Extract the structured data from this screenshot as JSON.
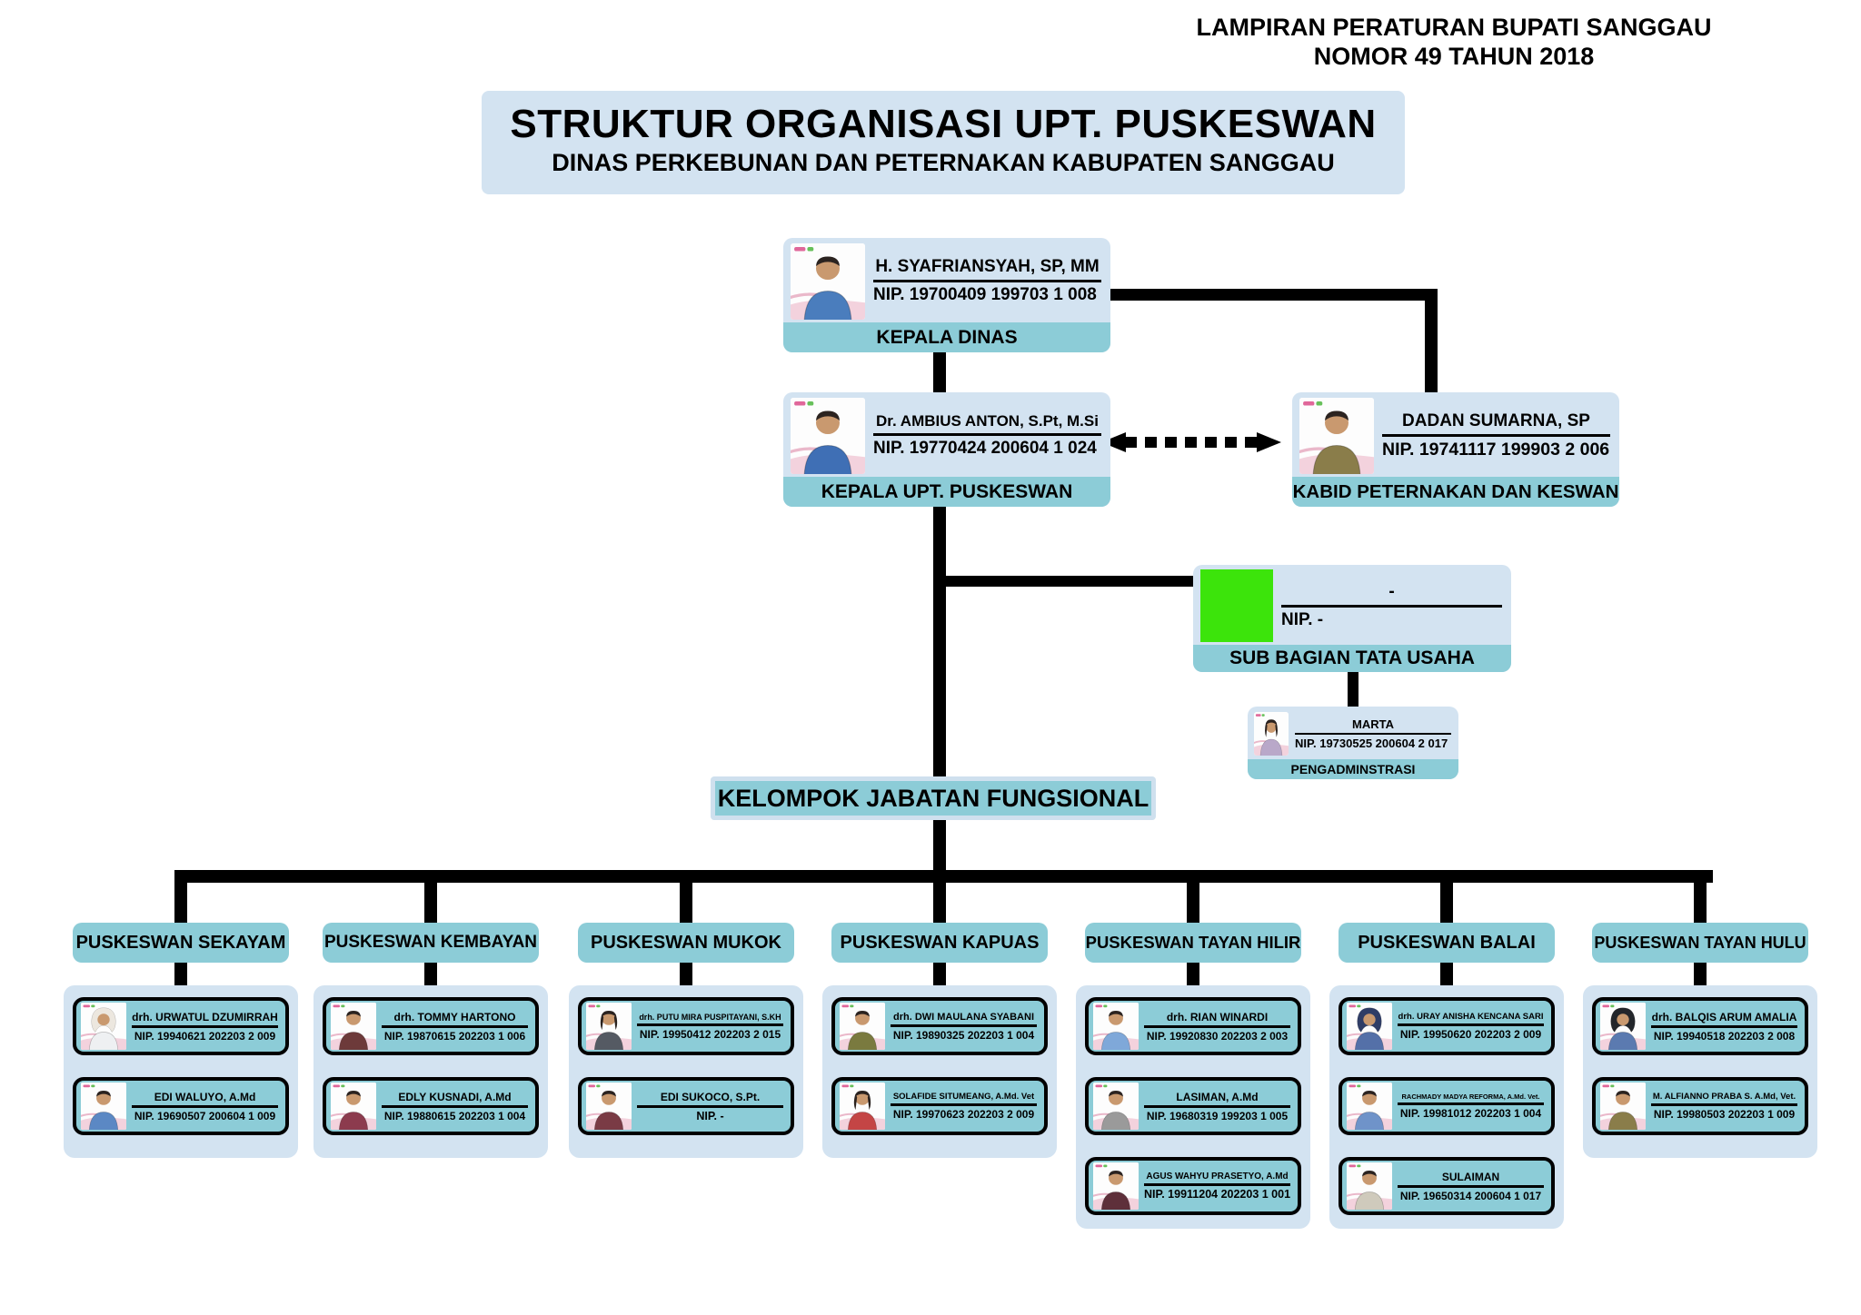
{
  "note": {
    "line1": "LAMPIRAN PERATURAN BUPATI SANGGAU",
    "line2": "NOMOR 49 TAHUN 2018"
  },
  "title": {
    "line1": "STRUKTUR ORGANISASI UPT. PUSKESWAN",
    "line2": "DINAS PERKEBUNAN DAN PETERNAKAN KABUPATEN SANGGAU"
  },
  "colors": {
    "light_blue": "#d3e3f1",
    "teal": "#8cccd7",
    "line_black": "#000000",
    "vacant_green": "#3ce40b"
  },
  "top_cards": {
    "kepala_dinas": {
      "name": "H. SYAFRIANSYAH, SP, MM",
      "nip": "NIP. 19700409 199703 1 008",
      "role": "KEPALA DINAS",
      "avatar": {
        "variant": "male",
        "color": "#4a7dbd"
      }
    },
    "kepala_upt": {
      "name": "Dr. AMBIUS ANTON, S.Pt, M.Si",
      "nip": "NIP. 19770424 200604 1 024",
      "role": "KEPALA UPT. PUSKESWAN",
      "avatar": {
        "variant": "male",
        "color": "#3f6fb5"
      }
    },
    "kabid": {
      "name": "DADAN SUMARNA, SP",
      "nip": "NIP. 19741117 199903 2 006",
      "role": "KABID PETERNAKAN DAN KESWAN",
      "avatar": {
        "variant": "male",
        "color": "#8a7d4a"
      }
    },
    "sub_bagian": {
      "name": "-",
      "nip": "NIP. -",
      "role": "SUB BAGIAN TATA USAHA"
    },
    "pengadministrasi": {
      "name": "MARTA",
      "nip": "NIP. 19730525 200604 2 017",
      "role": "PENGADMINSTRASI",
      "avatar": {
        "variant": "female",
        "color": "#b9a8c9"
      }
    }
  },
  "kelompok_label": "KELOMPOK JABATAN FUNGSIONAL",
  "columns": [
    {
      "title": "PUSKESWAN SEKAYAM",
      "staff": [
        {
          "name": "drh. URWATUL DZUMIRRAH",
          "nip": "NIP. 19940621 202203 2 009",
          "avatar": {
            "variant": "female-hijab",
            "color": "#eef0f2",
            "hijab": "#ece7df"
          }
        },
        {
          "name": "EDI WALUYO, A.Md",
          "nip": "NIP. 19690507 200604 1 009",
          "avatar": {
            "variant": "male",
            "color": "#5b88c4"
          }
        }
      ]
    },
    {
      "title": "PUSKESWAN KEMBAYAN",
      "staff": [
        {
          "name": "drh. TOMMY HARTONO",
          "nip": "NIP. 19870615 202203 1 006",
          "avatar": {
            "variant": "male",
            "color": "#6d3a3a"
          }
        },
        {
          "name": "EDLY KUSNADI, A.Md",
          "nip": "NIP. 19880615 202203 1 004",
          "avatar": {
            "variant": "male",
            "color": "#8c3b4e"
          }
        }
      ]
    },
    {
      "title": "PUSKESWAN MUKOK",
      "staff": [
        {
          "name": "drh. PUTU MIRA PUSPITAYANI, S.KH",
          "nip": "NIP. 19950412 202203 2 015",
          "avatar": {
            "variant": "female",
            "color": "#555a63"
          }
        },
        {
          "name": "EDI SUKOCO, S.Pt.",
          "nip": "NIP. -",
          "avatar": {
            "variant": "male",
            "color": "#7a3b45"
          }
        }
      ]
    },
    {
      "title": "PUSKESWAN KAPUAS",
      "staff": [
        {
          "name": "drh. DWI MAULANA SYABANI",
          "nip": "NIP. 19890325 202203 1 004",
          "avatar": {
            "variant": "male",
            "color": "#7a7a3f"
          }
        },
        {
          "name": "SOLAFIDE SITUMEANG, A.Md. Vet",
          "nip": "NIP. 19970623 202203 2 009",
          "avatar": {
            "variant": "female",
            "color": "#c44545"
          }
        }
      ]
    },
    {
      "title": "PUSKESWAN TAYAN HILIR",
      "staff": [
        {
          "name": "drh. RIAN WINARDI",
          "nip": "NIP. 19920830 202203 2 003",
          "avatar": {
            "variant": "male",
            "color": "#7fa8d9"
          }
        },
        {
          "name": "LASIMAN, A.Md",
          "nip": "NIP. 19680319 199203 1 005",
          "avatar": {
            "variant": "male",
            "color": "#9a9a9a"
          }
        },
        {
          "name": "AGUS WAHYU PRASETYO, A.Md",
          "nip": "NIP. 19911204 202203 1 001",
          "avatar": {
            "variant": "male",
            "color": "#5e2f3a"
          }
        }
      ]
    },
    {
      "title": "PUSKESWAN BALAI",
      "staff": [
        {
          "name": "drh. URAY ANISHA KENCANA SARI",
          "nip": "NIP. 19950620 202203 2 009",
          "avatar": {
            "variant": "female-hijab",
            "color": "#5470a8",
            "hijab": "#2f3d66"
          }
        },
        {
          "name": "RACHMADY MADYA REFORMA, A.Md. Vet.",
          "nip": "NIP. 19981012 202203 1 004",
          "avatar": {
            "variant": "male",
            "color": "#6f93c9"
          }
        },
        {
          "name": "SULAIMAN",
          "nip": "NIP. 19650314 200604 1 017",
          "avatar": {
            "variant": "male",
            "color": "#cfcabc"
          }
        }
      ]
    },
    {
      "title": "PUSKESWAN TAYAN HULU",
      "staff": [
        {
          "name": "drh. BALQIS ARUM AMALIA",
          "nip": "NIP. 19940518 202203 2 008",
          "avatar": {
            "variant": "female-hijab",
            "color": "#5b7ab0",
            "hijab": "#23262b"
          }
        },
        {
          "name": "M. ALFIANNO PRABA S. A.Md, Vet.",
          "nip": "NIP. 19980503 202203 1 009",
          "avatar": {
            "variant": "male",
            "color": "#8a7d4a"
          }
        }
      ]
    }
  ]
}
